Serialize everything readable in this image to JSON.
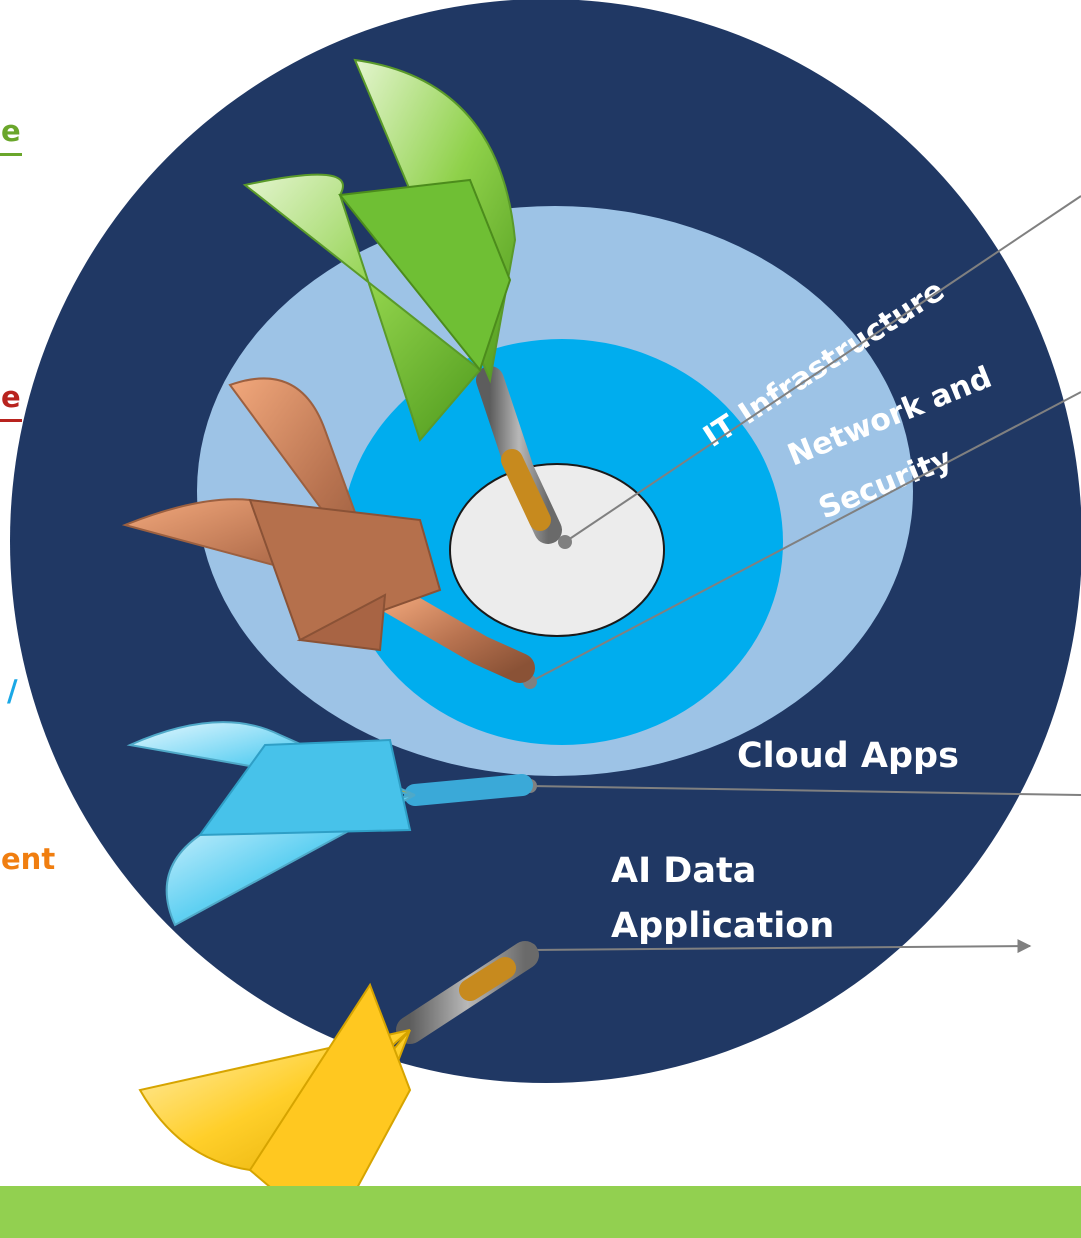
{
  "side_fragments": {
    "green": {
      "text": "e",
      "color": "#6aa62b",
      "underline": true
    },
    "red": {
      "text": "e",
      "color": "#b8231e",
      "underline": true
    },
    "blue": {
      "text": "/",
      "color": "#1aa8e6",
      "underline": false
    },
    "orange": {
      "text": "ent",
      "color": "#f07e10",
      "underline": false
    }
  },
  "rings": [
    {
      "label": "IT Infrastructure",
      "color": "#ececec"
    },
    {
      "label_lines": [
        "Network and",
        "Security"
      ],
      "color": "#00adee"
    },
    {
      "label": "Cloud Apps",
      "color": "#9dc3e6"
    },
    {
      "label_lines": [
        "AI Data",
        "Application"
      ],
      "color": "#203864"
    }
  ],
  "darts": [
    {
      "name": "green-dart",
      "color": "#6cc232"
    },
    {
      "name": "brown-dart",
      "color": "#c9825a"
    },
    {
      "name": "blue-dart",
      "color": "#3cc4ee"
    },
    {
      "name": "yellow-dart",
      "color": "#ffc21a"
    }
  ],
  "colors": {
    "leader_line": "#808080",
    "label_text": "#ffffff",
    "bottom_band": "#92d050",
    "page_background": "#ffffff"
  }
}
